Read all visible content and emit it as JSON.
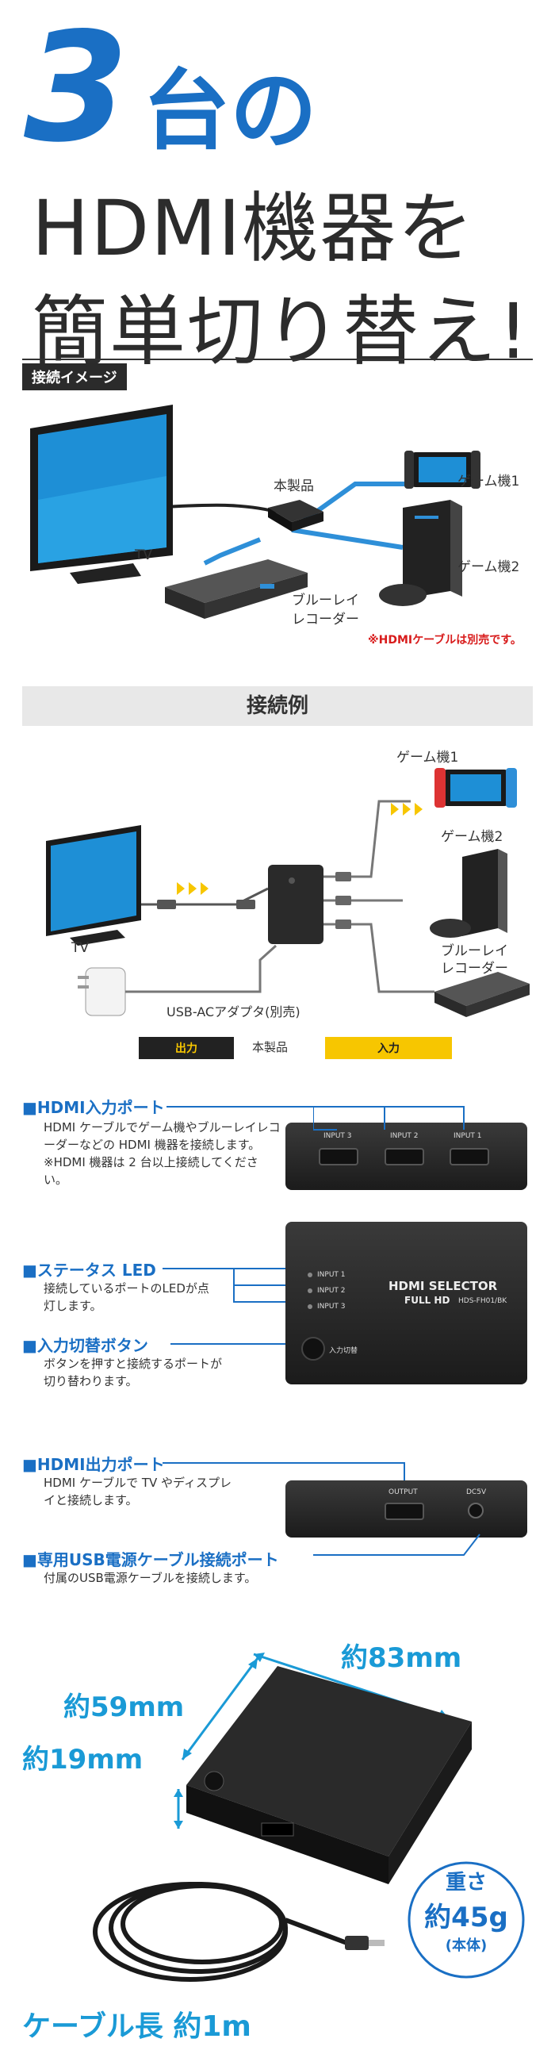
{
  "headline": {
    "number": "3",
    "line1_rest": "台の",
    "line2": "HDMI機器を",
    "line3": "簡単切り替え!"
  },
  "image1": {
    "section_tag": "接続イメージ",
    "product_label": "本製品",
    "game1_label": "ゲーム機1",
    "game2_label": "ゲーム機2",
    "tv_label": "TV",
    "bluray_label": "ブルーレイ\nレコーダー",
    "cable_note": "※HDMIケーブルは別売です。"
  },
  "example": {
    "title": "接続例",
    "game1_label": "ゲーム機1",
    "game2_label": "ゲーム機2",
    "tv_label": "TV",
    "bluray_label": "ブルーレイ\nレコーダー",
    "adapter_label": "USB-ACアダプタ(別売)",
    "output_pill": "出力",
    "product_label": "本製品",
    "input_pill": "入力"
  },
  "features": {
    "hdmi_in_title": "■HDMI入力ポート",
    "hdmi_in_desc": "HDMI ケーブルでゲーム機やブルーレイレコーダーなどの HDMI 機器を接続します。※HDMI 機器は 2 台以上接続してください。",
    "input3": "INPUT 3",
    "input2": "INPUT 2",
    "input1": "INPUT 1",
    "status_title": "■ステータス LED",
    "status_desc": "接続しているポートのLEDが点灯します。",
    "switch_title": "■入力切替ボタン",
    "switch_desc": "ボタンを押すと接続するポートが切り替わります。",
    "led1": "INPUT 1",
    "led2": "INPUT 2",
    "led3": "INPUT 3",
    "brand_line": "HDMI SELECTOR",
    "full_hd": "FULL HD",
    "model": "HDS-FH01/BK",
    "switch_label": "入力切替",
    "hdmi_out_title": "■HDMI出力ポート",
    "hdmi_out_desc": "HDMI ケーブルで TV やディスプレイと接続します。",
    "output_label": "OUTPUT",
    "dc_label": "DC5V",
    "usb_title": "■専用USB電源ケーブル接続ポート",
    "usb_desc": "付属のUSB電源ケーブルを接続します。"
  },
  "dimensions": {
    "width": "約83mm",
    "depth": "約59mm",
    "height": "約19mm",
    "weight_line1": "重さ",
    "weight_line2": "約45g",
    "weight_line3": "(本体)",
    "cable_length": "ケーブル長 約1m"
  },
  "colors": {
    "accent_blue": "#1a6fc4",
    "yellow": "#f7c600",
    "red_note": "#d81b1b"
  }
}
